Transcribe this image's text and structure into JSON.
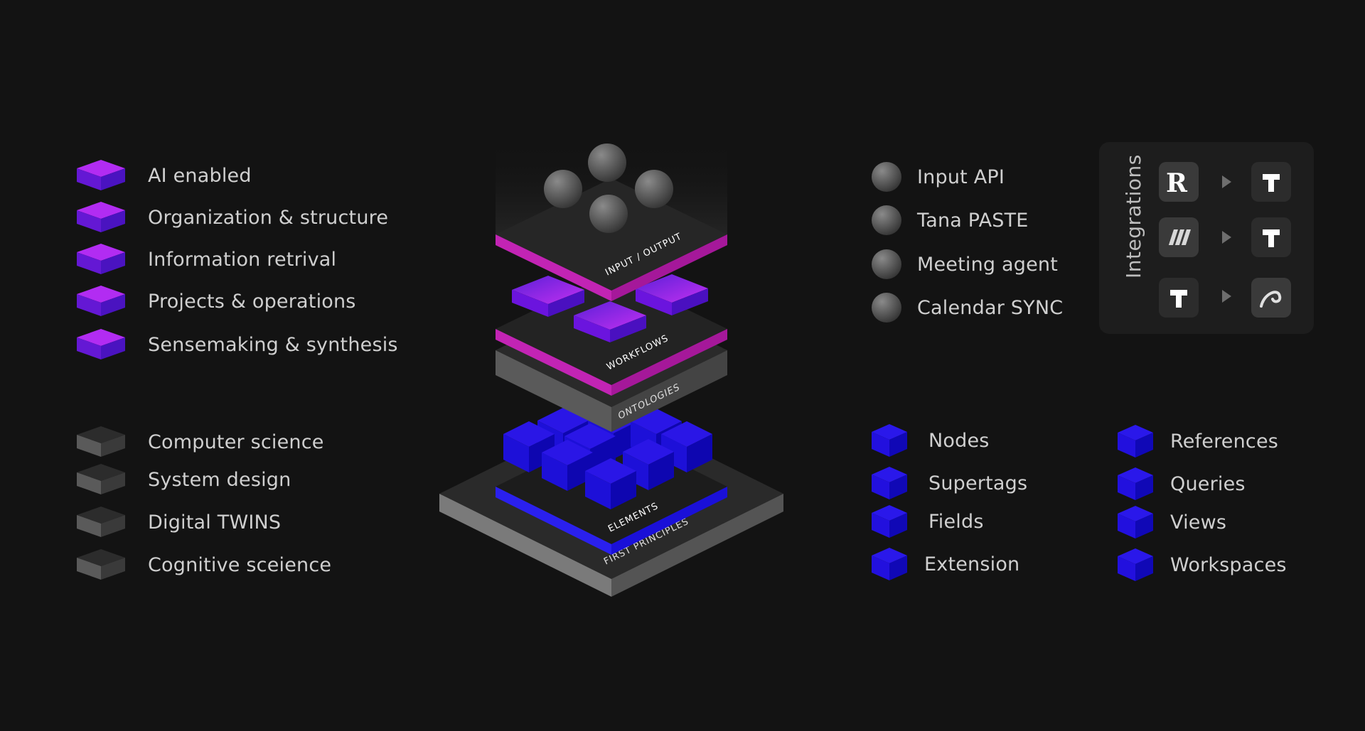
{
  "legend_purple": [
    {
      "label": "AI enabled"
    },
    {
      "label": "Organization & structure"
    },
    {
      "label": "Information retrival"
    },
    {
      "label": "Projects & operations"
    },
    {
      "label": "Sensemaking & synthesis"
    }
  ],
  "legend_gray": [
    {
      "label": "Computer science"
    },
    {
      "label": "System design"
    },
    {
      "label": "Digital TWINS"
    },
    {
      "label": "Cognitive sceience"
    }
  ],
  "io_items": [
    {
      "label": "Input API"
    },
    {
      "label": "Tana PASTE"
    },
    {
      "label": "Meeting agent"
    },
    {
      "label": "Calendar SYNC"
    }
  ],
  "elements_col1": [
    {
      "label": "Nodes"
    },
    {
      "label": "Supertags"
    },
    {
      "label": "Fields"
    },
    {
      "label": "Extension"
    }
  ],
  "elements_col2": [
    {
      "label": "References"
    },
    {
      "label": "Queries"
    },
    {
      "label": "Views"
    },
    {
      "label": "Workspaces"
    }
  ],
  "integrations": {
    "title": "Integrations",
    "rows": [
      {
        "from": "readwise-icon",
        "to": "tana-icon"
      },
      {
        "from": "linear-icon",
        "to": "tana-icon"
      },
      {
        "from": "tana-icon",
        "to": "hook-icon"
      }
    ]
  },
  "layers": {
    "io": "INPUT / OUTPUT",
    "workflows": "WORKFLOWS",
    "ontologies": "ONTOLOGIES",
    "elements": "ELEMENTS",
    "first_principles": "FIRST PRINCIPLES"
  },
  "colors": {
    "background": "#131313",
    "purple_top": "#a524ee",
    "purple_side": "#6a14d8",
    "magenta": "#e830c8",
    "blue": "#2f1ff0",
    "gray_top": "#3a3a3a"
  }
}
